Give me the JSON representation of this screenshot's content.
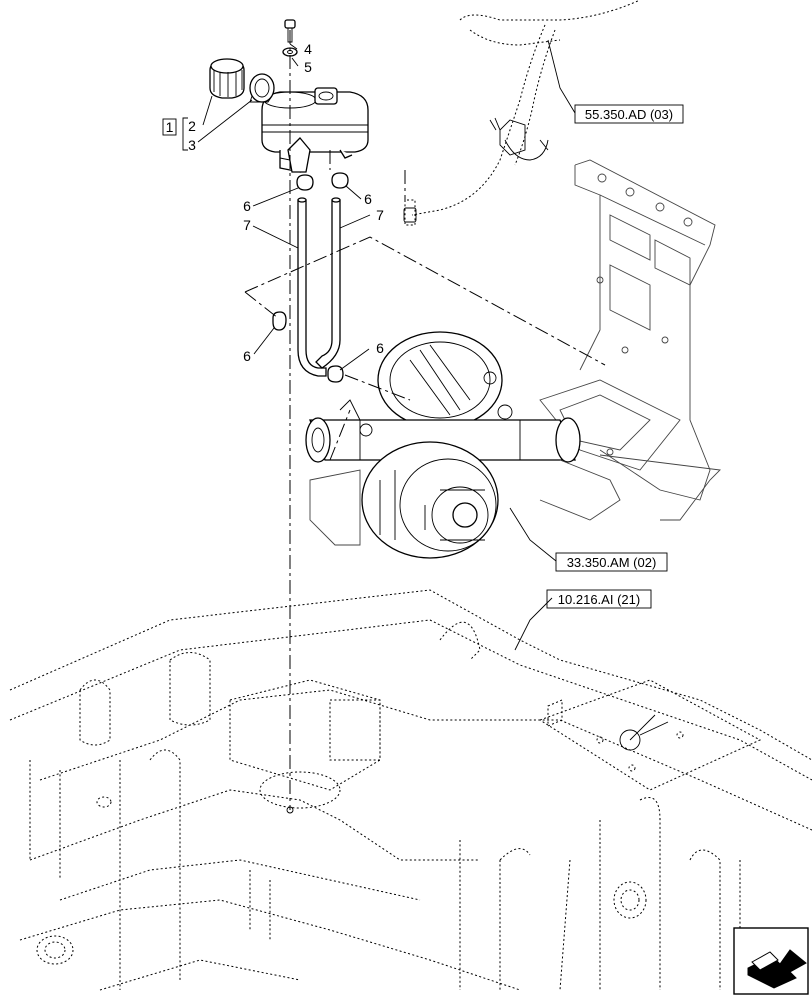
{
  "callouts": {
    "item1": "1",
    "item2": "2",
    "item3": "3",
    "item4": "4",
    "item5": "5",
    "item6a": "6",
    "item6b": "6",
    "item6c": "6",
    "item6d": "6",
    "item7a": "7",
    "item7b": "7"
  },
  "references": {
    "ref_electrical": "55.350.AD (03)",
    "ref_brake_unit": "33.350.AM (02)",
    "ref_frame": "10.216.AI (21)"
  },
  "icons": {
    "nav_arrow": "direction-arrow-icon"
  }
}
